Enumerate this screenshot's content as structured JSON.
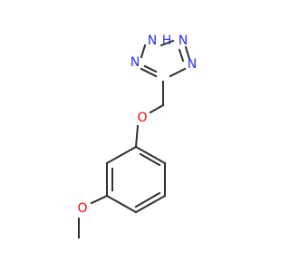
{
  "molecule": {
    "atoms": {
      "tetrazole_nh": "N",
      "tetrazole_nh_h": "H",
      "tetrazole_n_right_top": "N",
      "tetrazole_n_right_bottom": "N",
      "tetrazole_n_left": "N",
      "ether_oxygen": "O",
      "methoxy_oxygen": "O"
    },
    "colors": {
      "bond": "#303030",
      "nitrogen": "#2f2fff",
      "oxygen": "#ff0000",
      "background": "#ffffff"
    }
  }
}
